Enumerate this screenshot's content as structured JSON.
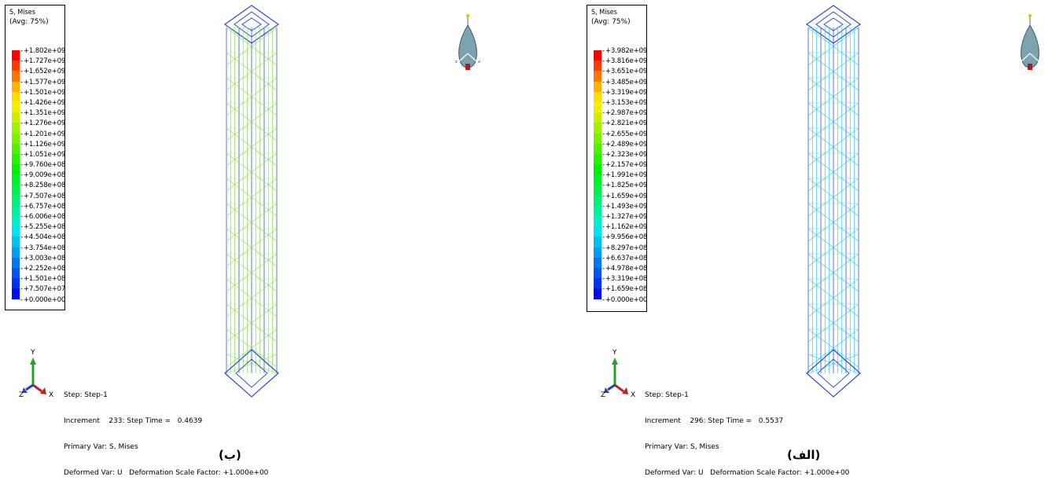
{
  "panel_b": {
    "legend": {
      "title": "S, Mises",
      "subtitle": "(Avg: 75%)",
      "values": [
        "+1.802e+09",
        "+1.727e+09",
        "+1.652e+09",
        "+1.577e+09",
        "+1.501e+09",
        "+1.426e+09",
        "+1.351e+09",
        "+1.276e+09",
        "+1.201e+09",
        "+1.126e+09",
        "+1.051e+09",
        "+9.760e+08",
        "+9.009e+08",
        "+8.258e+08",
        "+7.507e+08",
        "+6.757e+08",
        "+6.006e+08",
        "+5.255e+08",
        "+4.504e+08",
        "+3.754e+08",
        "+3.003e+08",
        "+2.252e+08",
        "+1.501e+08",
        "+7.507e+07",
        "+0.000e+00"
      ]
    },
    "triad": {
      "y": "Y",
      "z": "Z",
      "x": "X"
    },
    "info": {
      "step": "Step: Step-1",
      "increment": "Increment    233: Step Time =   0.4639",
      "primary": "Primary Var: S, Mises",
      "deformed": "Deformed Var: U   Deformation Scale Factor: +1.000e+00"
    },
    "caption": "(ب)"
  },
  "panel_alef": {
    "legend": {
      "title": "S, Mises",
      "subtitle": "(Avg: 75%)",
      "values": [
        "+3.982e+09",
        "+3.816e+09",
        "+3.651e+09",
        "+3.485e+09",
        "+3.319e+09",
        "+3.153e+09",
        "+2.987e+09",
        "+2.821e+09",
        "+2.655e+09",
        "+2.489e+09",
        "+2.323e+09",
        "+2.157e+09",
        "+1.991e+09",
        "+1.825e+09",
        "+1.659e+09",
        "+1.493e+09",
        "+1.327e+09",
        "+1.162e+09",
        "+9.956e+08",
        "+8.297e+08",
        "+6.637e+08",
        "+4.978e+08",
        "+3.319e+08",
        "+1.659e+08",
        "+0.000e+00"
      ]
    },
    "triad": {
      "y": "Y",
      "z": "Z",
      "x": "X"
    },
    "info": {
      "step": "Step: Step-1",
      "increment": "Increment    296: Step Time =   0.5537",
      "primary": "Primary Var: S, Mises",
      "deformed": "Deformed Var: U   Deformation Scale Factor: +1.000e+00"
    },
    "caption": "(الف)"
  },
  "colors": {
    "scale": [
      "#ff0000",
      "#ff3b00",
      "#ff7600",
      "#ffb100",
      "#ffdd00",
      "#f0f000",
      "#c8f000",
      "#a0f000",
      "#78f000",
      "#50f000",
      "#28f000",
      "#00f000",
      "#00f028",
      "#00f050",
      "#00f078",
      "#00f0a0",
      "#00f0c8",
      "#00e4f0",
      "#00c0f0",
      "#009cf0",
      "#0078f0",
      "#0054f0",
      "#0030f0",
      "#000cf0"
    ],
    "tower_b_main": "#8ce25a",
    "tower_alef_main": "#35cfe8",
    "frame_blue": "#2a4ccf"
  }
}
